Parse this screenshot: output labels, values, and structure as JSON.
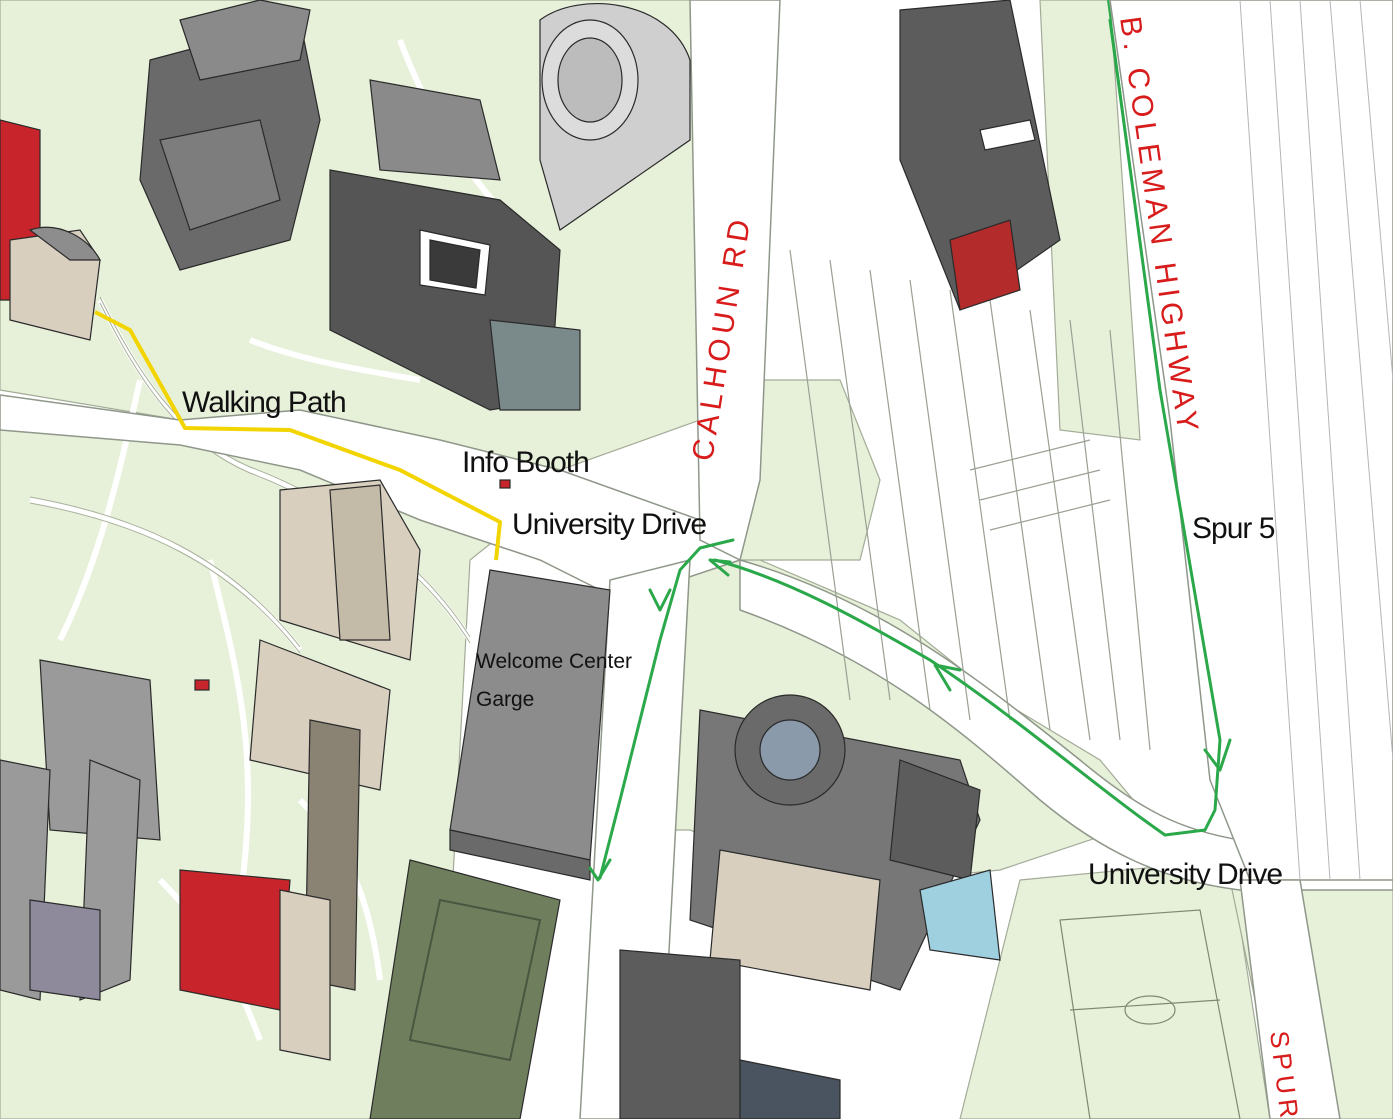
{
  "map": {
    "labels": {
      "walking_path": "Walking Path",
      "info_booth": "Info Booth",
      "university_drive_top": "University Drive",
      "welcome_center_line1": "Welcome Center",
      "welcome_center_line2": "Garge",
      "calhoun_rd": "CALHOUN RD",
      "coleman_highway": "B. COLEMAN HIGHWAY",
      "spur_5": "Spur 5",
      "university_drive_bottom": "University Drive",
      "spur": "SPUR"
    },
    "colors": {
      "grass": "#e7f1d9",
      "road": "#ffffff",
      "road_edge": "#9aa093",
      "building_dark": "#5f5f5f",
      "building_mid": "#8d8d8d",
      "building_light": "#c8c8c8",
      "building_tan": "#d8cfbf",
      "building_red": "#c8242b",
      "building_green": "#6f7f5e",
      "walking_path": "#f2d400",
      "route_green": "#2aa84a",
      "road_label_red": "#d81c1c"
    }
  }
}
